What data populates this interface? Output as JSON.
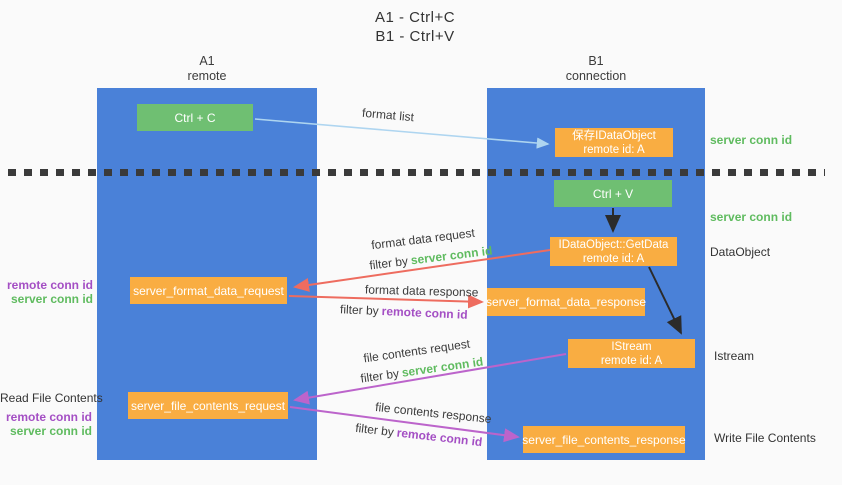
{
  "title": {
    "line1": "A1 - Ctrl+C",
    "line2": "B1 - Ctrl+V"
  },
  "lanes": {
    "left": {
      "name": "A1",
      "role": "remote"
    },
    "right": {
      "name": "B1",
      "role": "connection"
    }
  },
  "nodes": {
    "ctrl_c": "Ctrl + C",
    "save_idataobject": {
      "line1": "保存IDataObject",
      "line2": "remote id: A"
    },
    "ctrl_v": "Ctrl + V",
    "getdata": {
      "line1": "IDataObject::GetData",
      "line2": "remote id: A"
    },
    "format_request": "server_format_data_request",
    "format_response": "server_format_data_response",
    "istream": {
      "line1": "IStream",
      "line2": "remote id: A"
    },
    "file_request": "server_file_contents_request",
    "file_response": "server_file_contents_response"
  },
  "arrow_labels": {
    "format_list": "format list",
    "format_data_request": "format data request",
    "format_data_response": "format data response",
    "file_contents_request": "file contents request",
    "file_contents_response": "file contents response",
    "filter_by": "filter by",
    "server_conn_id": "server conn id",
    "remote_conn_id": "remote conn id"
  },
  "side_labels": {
    "server_conn_id": "server conn id",
    "remote_conn_id": "remote conn id",
    "dataobject": "DataObject",
    "istream": "Istream",
    "read_file_contents": "Read File Contents",
    "write_file_contents": "Write File Contents"
  },
  "colors": {
    "lane_blue": "#4a81d8",
    "node_green": "#6fbf72",
    "node_orange": "#f9ad42",
    "arrow_light_blue": "#aed5f0",
    "arrow_red": "#ee6c5f",
    "arrow_purple": "#bc64cb",
    "arrow_black": "#2b2b2b",
    "text_green": "#5fbb5f",
    "text_purple": "#a44fc4",
    "background": "#fafafa"
  }
}
